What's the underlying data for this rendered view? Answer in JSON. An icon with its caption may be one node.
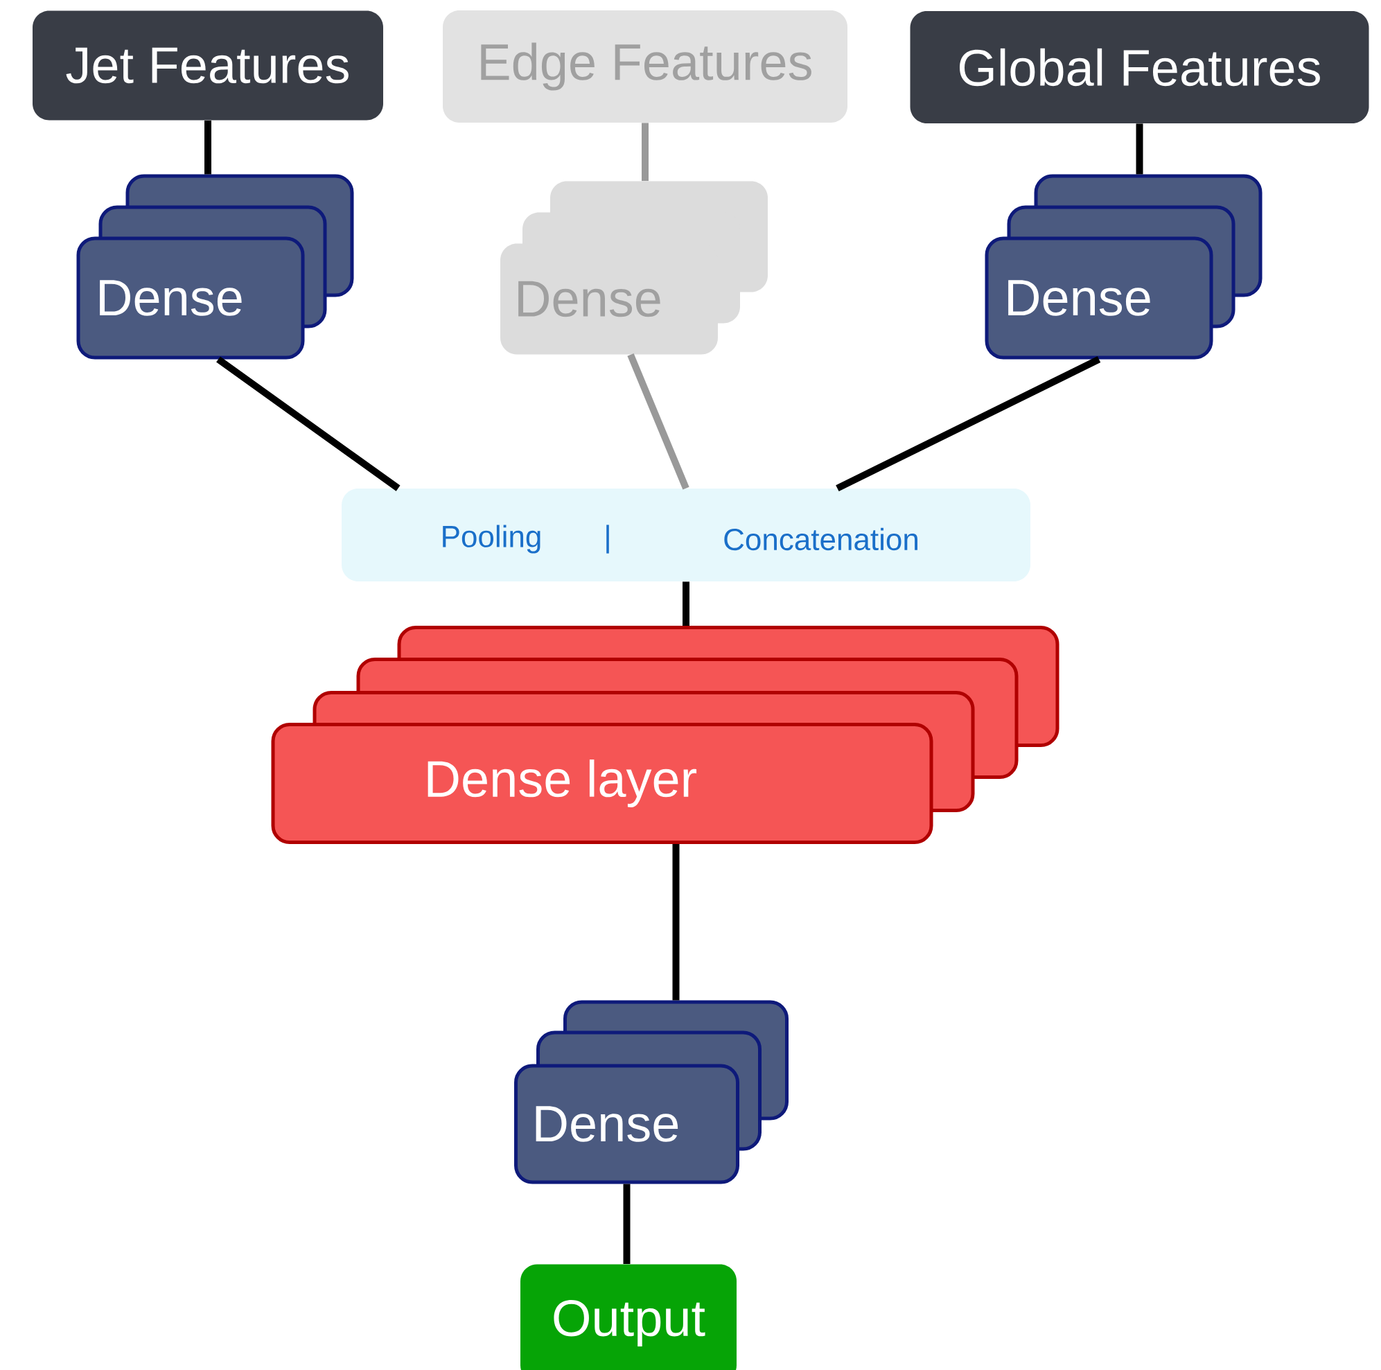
{
  "diagram": {
    "nodes": [
      {
        "text": [
          "Jet Features"
        ]
      },
      {
        "text": [
          "Edge Features"
        ]
      },
      {
        "text": [
          "Global Features"
        ]
      },
      {
        "text": [
          "Dense"
        ]
      },
      {
        "text": [
          "Dense"
        ]
      },
      {
        "text": [
          "Dense"
        ]
      },
      {
        "text": [
          "Pooling",
          "|",
          "Concatenation"
        ]
      },
      {
        "text": [
          "Dense layer"
        ]
      },
      {
        "text": [
          "Dense"
        ]
      },
      {
        "text": [
          "Output"
        ]
      }
    ],
    "edges": [
      {
        "from": 0,
        "to": 3,
        "arrow": "none"
      },
      {
        "from": 1,
        "to": 4,
        "arrow": "none",
        "color": "#999999"
      },
      {
        "from": 2,
        "to": 5,
        "arrow": "none"
      },
      {
        "from": 3,
        "to": 6,
        "arrow": "none"
      },
      {
        "from": 4,
        "to": 6,
        "arrow": "none",
        "color": "#999999"
      },
      {
        "from": 5,
        "to": 6,
        "arrow": "none"
      },
      {
        "from": 6,
        "to": 7,
        "arrow": "none"
      },
      {
        "from": 7,
        "to": 8,
        "arrow": "none"
      },
      {
        "from": 8,
        "to": 9,
        "arrow": "none"
      }
    ]
  }
}
